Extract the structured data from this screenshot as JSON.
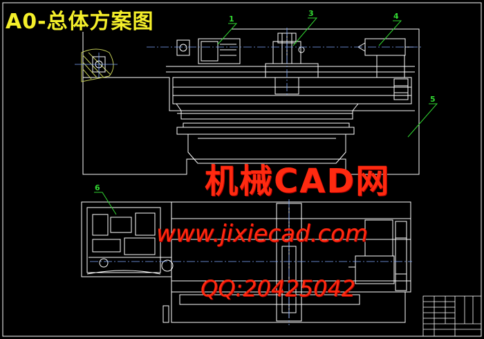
{
  "title": "A0-总体方案图",
  "callouts": [
    "1",
    "3",
    "4",
    "5",
    "6"
  ],
  "watermark": {
    "name": "机械CAD网",
    "url": "www.jixiecad.com",
    "qq": "QQ:20425042"
  },
  "colors": {
    "background": "#000000",
    "outline": "#ffffff",
    "title": "#f4ef2a",
    "callout": "#32d932",
    "watermark": "#ff2a10",
    "hatch": "#c6cf58",
    "centerline": "#7fa8ff"
  }
}
